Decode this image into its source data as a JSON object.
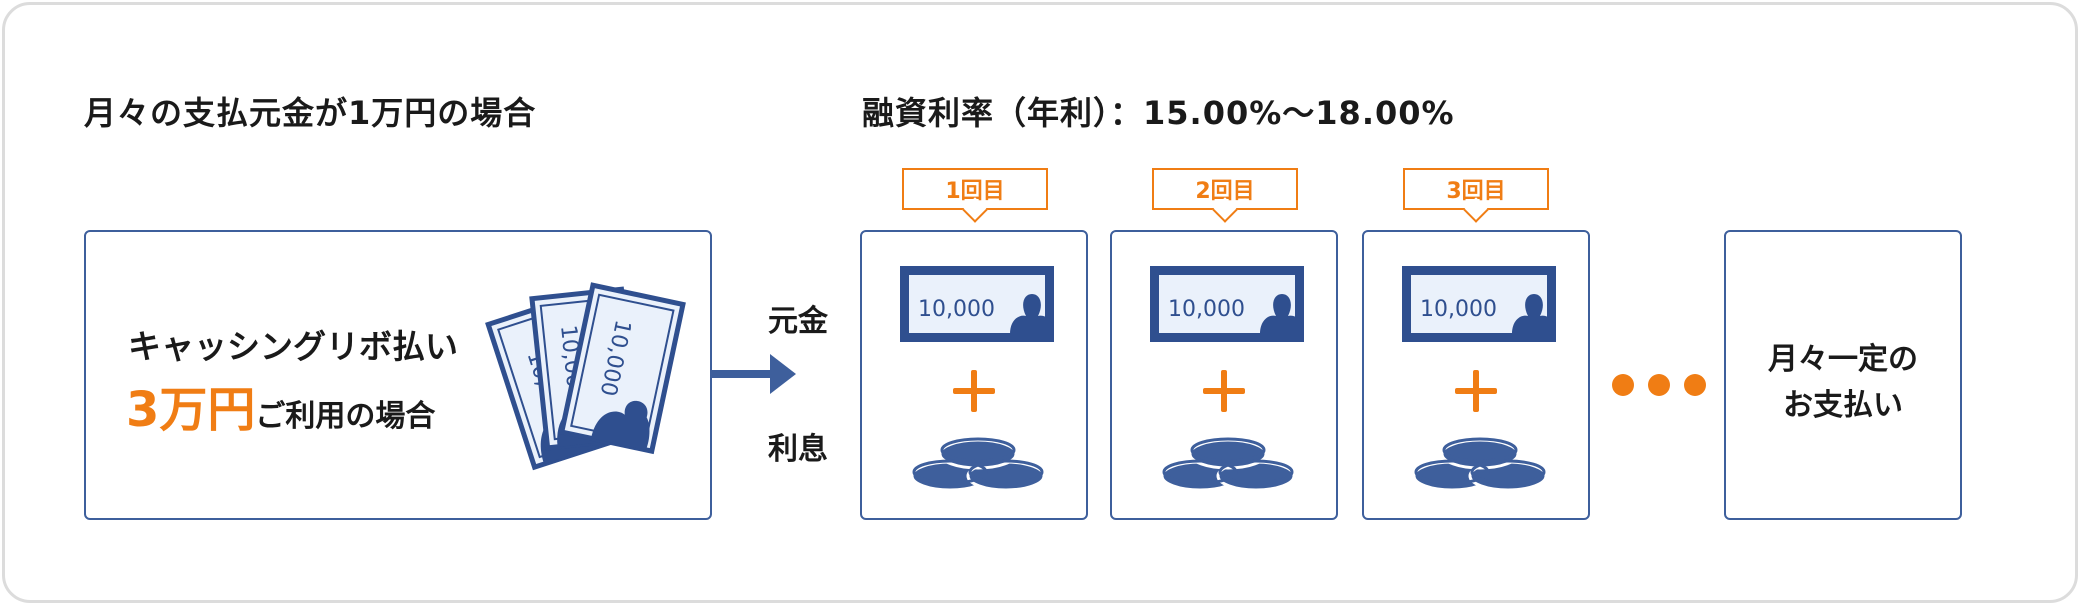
{
  "headings": {
    "left": "月々の支払元金が1万円の場合",
    "right": "融資利率（年利）：15.00%～18.00%"
  },
  "main_box": {
    "line1": "キャッシングリボ払い",
    "amount": "3万円",
    "line2_rest": "ご利用の場合",
    "bill_denomination": "10,000"
  },
  "labels": {
    "principal": "元金",
    "interest": "利息"
  },
  "installments": [
    {
      "badge": "1回目",
      "bill": "10,000"
    },
    {
      "badge": "2回目",
      "bill": "10,000"
    },
    {
      "badge": "3回目",
      "bill": "10,000"
    }
  ],
  "final_box": {
    "line1": "月々一定の",
    "line2": "お支払い"
  },
  "colors": {
    "accent": "#f07d14",
    "blue": "#3e5f9c",
    "bill_fill": "#2f4f8f",
    "bill_bg": "#eaf1fb"
  },
  "icons": [
    "banknote-icon",
    "coin-stack-icon",
    "plus-icon",
    "arrow-right-icon",
    "ellipsis-dots-icon"
  ]
}
